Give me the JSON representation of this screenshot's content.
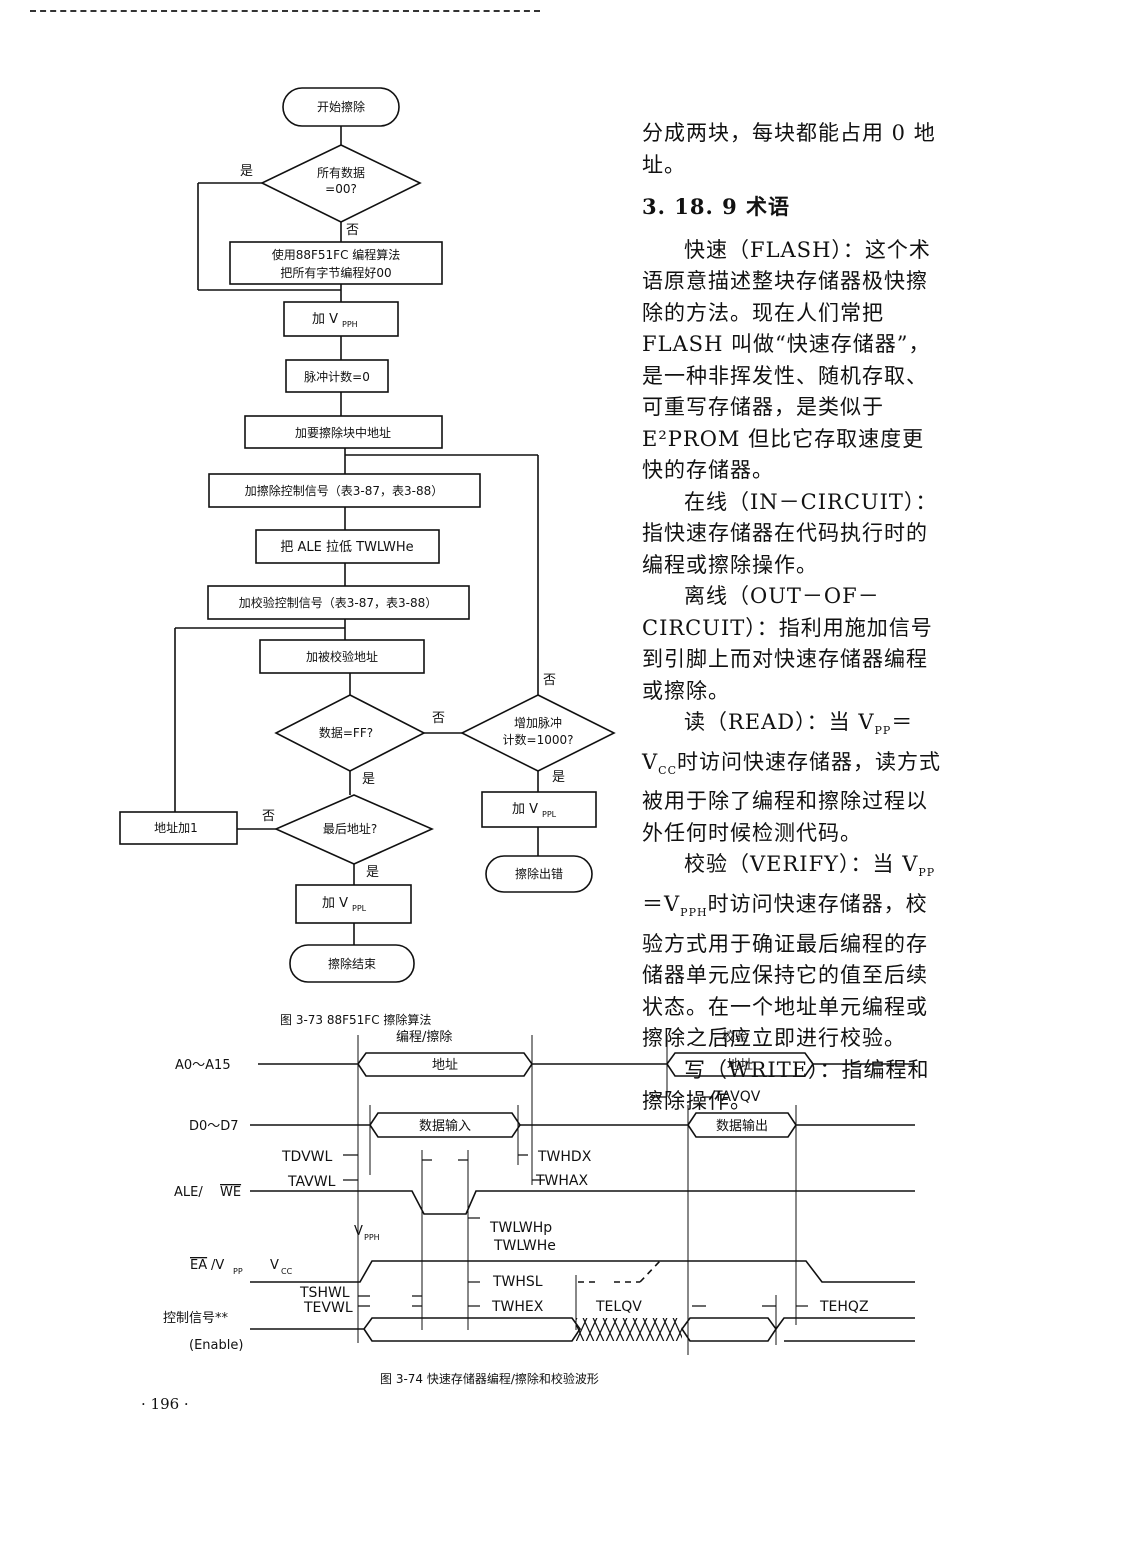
{
  "flowchart": {
    "start": "开始擦除",
    "decision_all_zero": "所有数据",
    "decision_all_zero_2": "=00?",
    "yes1": "是",
    "no1": "否",
    "program_all_1": "使用88F51FC 编程算法",
    "program_all_2": "把所有字节编程好00",
    "apply_vpph": "加 V",
    "vpph_sub": "PPH",
    "pulse_count": "脉冲计数=0",
    "apply_block_addr": "加要擦除块中地址",
    "apply_erase_ctrl": "加擦除控制信号（表3-87，表3-88）",
    "ale_low": "把 ALE 拉低 TWLWHe",
    "apply_verify_ctrl": "加校验控制信号（表3-87，表3-88）",
    "apply_verify_addr": "加被校验地址",
    "decision_ff": "数据=FF?",
    "no_ff": "否",
    "yes_ff": "是",
    "decision_pulse_1": "增加脉冲",
    "decision_pulse_2": "计数=1000?",
    "no_pulse": "否",
    "yes_pulse": "是",
    "apply_vppl_err": "加 V",
    "vppl_sub": "PPL",
    "erase_error": "擦除出错",
    "decision_last_addr": "最后地址?",
    "no_last": "否",
    "yes_last": "是",
    "addr_inc": "地址加1",
    "apply_vppl_end": "加 V",
    "vppl_sub_end": "PPL",
    "erase_end": "擦除结束",
    "caption": "图 3-73    88F51FC 擦除算法"
  },
  "body_text": {
    "p1": "分成两块，每块都能占用 0 地址。",
    "heading": "3. 18. 9   术语",
    "p2": "快速（FLASH）：这个术语原意描述整块存储器极快擦除的方法。现在人们常把 FLASH 叫做“快速存储器”，是一种非挥发性、随机存取、可重写存储器，是类似于 E²PROM 但比它存取速度更快的存储器。",
    "p3": "在线（IN－CIRCUIT）：指快速存储器在代码执行时的编程或擦除操作。",
    "p4": "离线（OUT－OF－CIRCUIT）：指利用施加信号到引脚上而对快速存储器编程或擦除。",
    "p5": "读（READ）：当 V",
    "p5_sub1": "PP",
    "p5_mid": "＝V",
    "p5_sub2": "CC",
    "p5_rest": "时访问快速存储器，读方式被用于除了编程和擦除过程以外任何时候检测代码。",
    "p6": "校验（VERIFY）：当 V",
    "p6_sub1": "PP",
    "p6_mid": "＝V",
    "p6_sub2": "PPH",
    "p6_rest": "时访问快速存储器，校验方式用于确证最后编程的存储器单元应保持它的值至后续状态。在一个地址单元编程或擦除之后应立即进行校验。",
    "p7": "写（WRITE）：指编程和擦除操作。"
  },
  "timing": {
    "section_prog": "编程/擦除",
    "section_verify": "校验",
    "sig_addr": "A0～A15",
    "sig_data": "D0～D7",
    "sig_ale": "ALE/",
    "sig_we": "WE",
    "sig_ea": "EA",
    "sig_vpp": "/V",
    "sig_vpp_sub": "PP",
    "sig_ctrl": "控制信号**",
    "sig_enable": "(Enable)",
    "addr_label": "地址",
    "addr_label_2": "地址",
    "data_in": "数据输入",
    "data_out": "数据输出",
    "tavqv": "TAVQV",
    "tdvwl": "TDVWL",
    "twhdx": "TWHDX",
    "tavwl": "TAVWL",
    "twhax": "TWHAX",
    "vpph": "V",
    "vpph_sub": "PPH",
    "twlwhp": "TWLWHp",
    "twlwhe": "TWLWHe",
    "vcc": "V",
    "vcc_sub": "CC",
    "twhsl": "TWHSL",
    "tshwl": "TSHWL",
    "tevwl": "TEVWL",
    "twhex": "TWHEX",
    "telqv": "TELQV",
    "tehqz": "TEHQZ",
    "caption": "图 3-74    快速存储器编程/擦除和校验波形"
  },
  "page_number": "· 196 ·"
}
